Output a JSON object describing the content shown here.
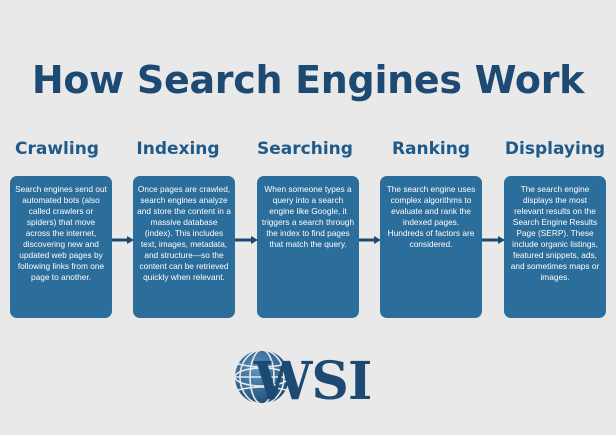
{
  "title": "How Search Engines Work",
  "stages": [
    {
      "title": "Crawling",
      "text": "Search engines send out automated bots (also called crawlers or spiders) that move across the internet, discovering new and updated web pages by following links from one page to another."
    },
    {
      "title": "Indexing",
      "text": "Once pages are crawled, search engines analyze and store the content in a massive database (index). This includes text, images, metadata, and structure—so the content can be retrieved quickly when relevant."
    },
    {
      "title": "Searching",
      "text": "When someone types a query into a search engine like Google, it triggers a search through the index to find pages that match the query."
    },
    {
      "title": "Ranking",
      "text": "The search engine uses complex algorithms to evaluate and rank the indexed pages. Hundreds of factors are considered."
    },
    {
      "title": "Displaying",
      "text": "The search engine displays the most relevant results on the Search Engine Results Page (SERP). These include organic listings, featured snippets, ads, and sometimes maps or images."
    }
  ],
  "logo": {
    "text": "WSI",
    "icon": "globe-icon"
  },
  "colors": {
    "background": "#e9e9ea",
    "title": "#1c4a73",
    "stage_title": "#1e5a8a",
    "card": "#2b6d9b",
    "arrow": "#1c4a73"
  }
}
